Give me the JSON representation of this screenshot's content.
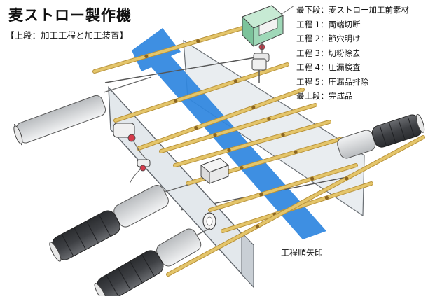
{
  "title": "麦ストロー製作機",
  "subtitle": "【上段：加工工程と加工装置】",
  "legend": [
    "最下段：麦ストロー加工前素材",
    "工程 1：両端切断",
    "工程 2：節穴明け",
    "工程 3：切粉除去",
    "工程 4：圧漏検査",
    "工程 5：圧漏品排除",
    "最上段：完成品"
  ],
  "arrow_label": "工程順矢印",
  "colors": {
    "arrow": "#2f86e0",
    "straw": "#e4c56a",
    "straw_dark": "#b8923a",
    "node": "#8a6420",
    "plate": "#dfe5ea",
    "tool_grip": "#4a4c50",
    "tool_body": "#d8dadc",
    "box": "#9fd8b8",
    "red_ring": "#d63a4a"
  }
}
